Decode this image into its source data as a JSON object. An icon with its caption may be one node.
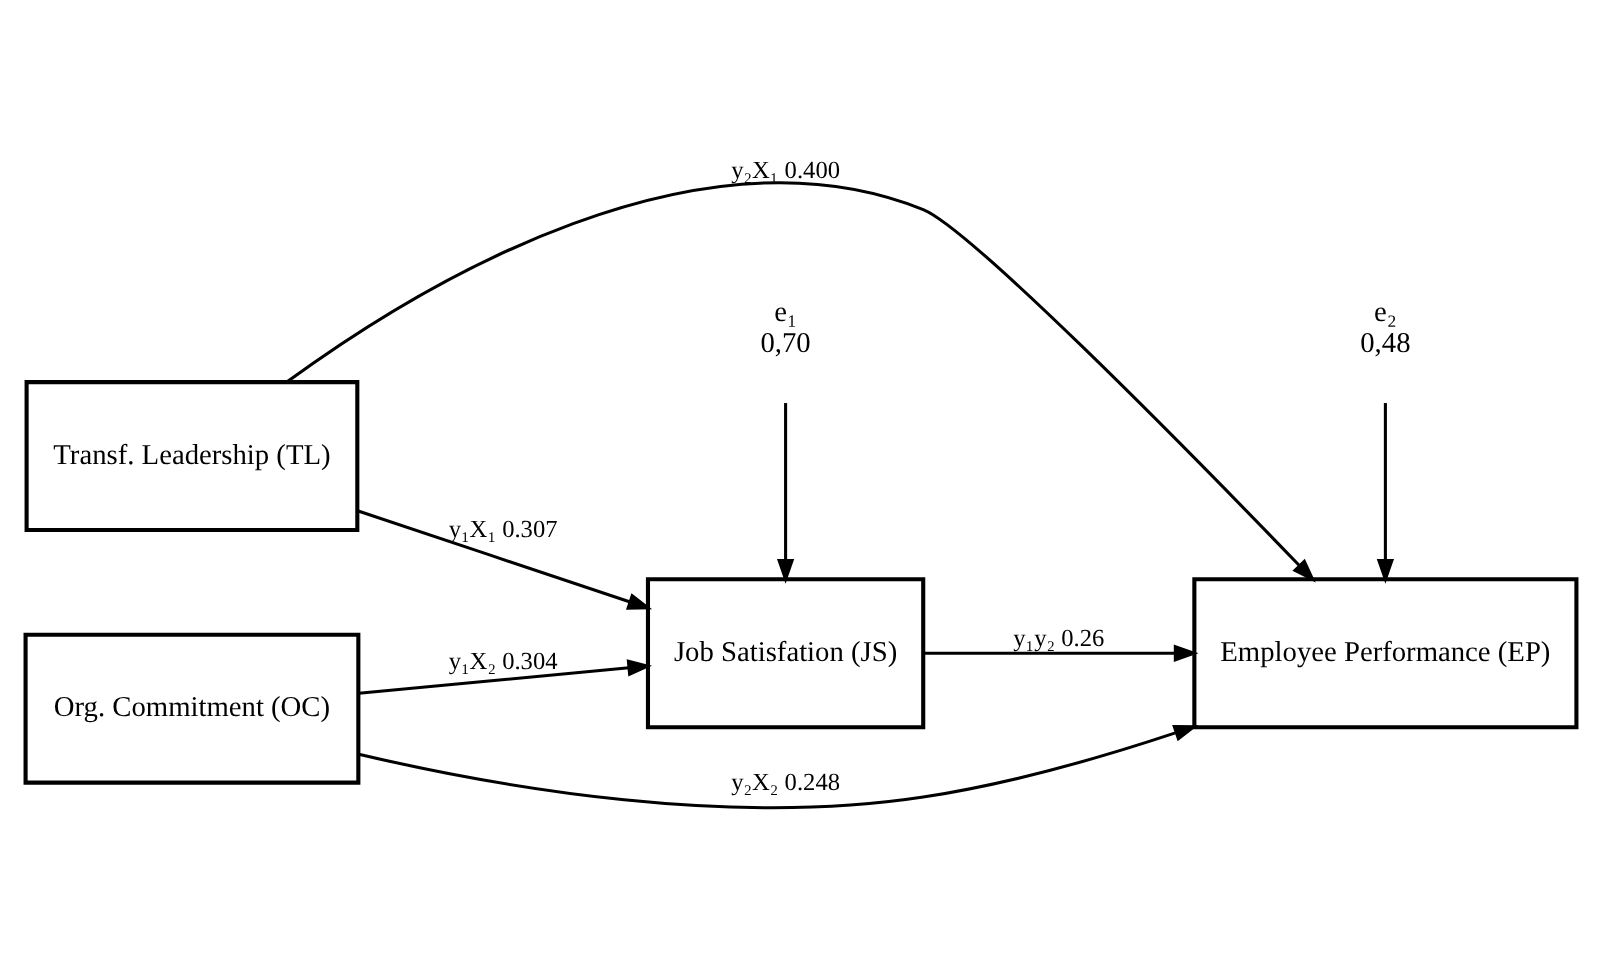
{
  "diagram": {
    "nodes": [
      {
        "text": [
          "Transf. Leadership (TL)"
        ]
      },
      {
        "text": [
          "Job Satisfation (JS)"
        ]
      },
      {
        "text": [
          "Employee Performance (EP)"
        ]
      },
      {
        "text": [
          "Org. Commitment (OC)"
        ]
      },
      {
        "text": [
          "e₁",
          "0,70"
        ]
      },
      {
        "text": [
          "e₂",
          "0,48"
        ]
      }
    ],
    "edges": [
      {
        "from": 0,
        "to": 1,
        "arrow": "to",
        "label": "y₁X₁ 0.307"
      },
      {
        "from": 0,
        "to": 2,
        "arrow": "to",
        "label": "y₂X₁ 0.400"
      },
      {
        "from": 1,
        "to": 2,
        "arrow": "to",
        "label": "y₁y₂ 0.26"
      },
      {
        "from": 3,
        "to": 1,
        "arrow": "to",
        "label": "y₁X₂ 0.304"
      },
      {
        "from": 3,
        "to": 2,
        "arrow": "to",
        "label": "y₂X₂ 0.248"
      },
      {
        "from": 4,
        "to": 1,
        "arrow": "to"
      },
      {
        "from": 5,
        "to": 2,
        "arrow": "to"
      }
    ]
  }
}
